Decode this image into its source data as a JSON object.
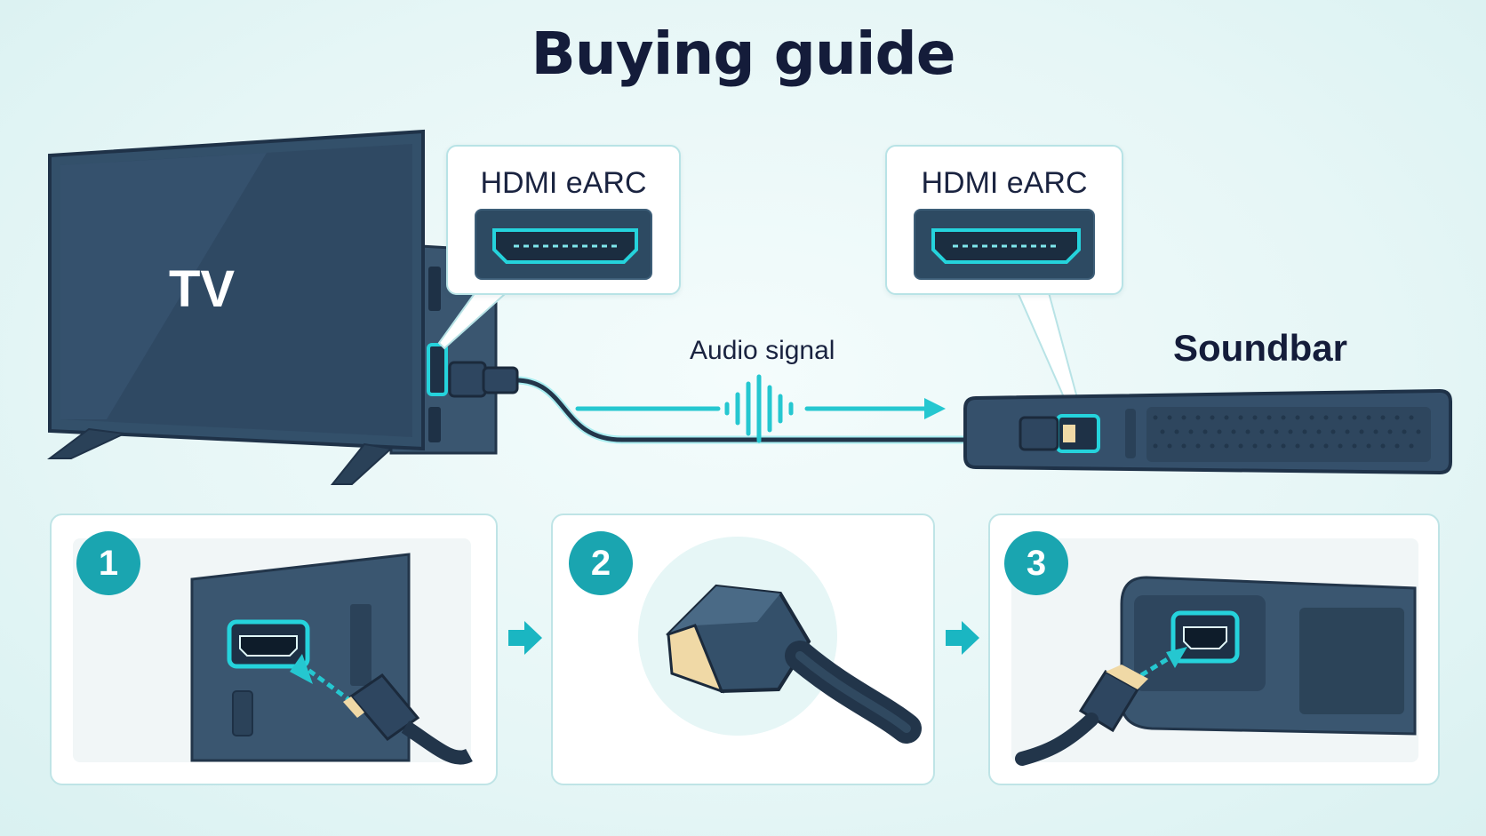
{
  "title": "Buying guide",
  "tv": {
    "label": "TV"
  },
  "soundbar": {
    "label": "Soundbar"
  },
  "signal": {
    "label": "Audio signal"
  },
  "callouts": [
    {
      "label": "HDMI eARC"
    },
    {
      "label": "HDMI eARC"
    }
  ],
  "steps": [
    {
      "number": "1"
    },
    {
      "number": "2"
    },
    {
      "number": "3"
    }
  ],
  "colors": {
    "accent": "#1aa5b0",
    "glow": "#25d3dc",
    "device": "#2e4660",
    "ink": "#141c3a",
    "background": "#e9f7f7"
  }
}
